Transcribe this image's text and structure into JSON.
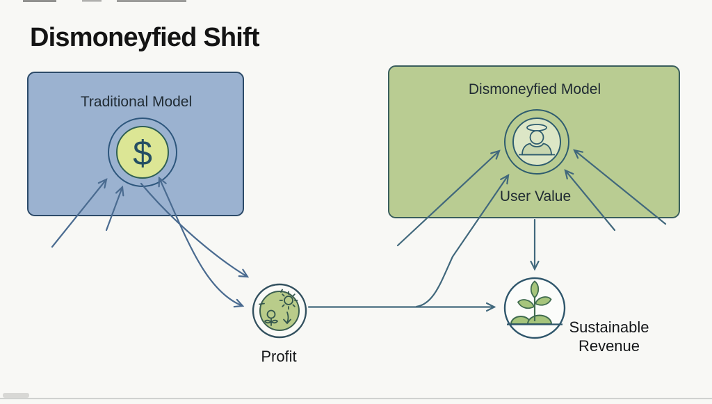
{
  "title": "Dismoneyfied Shift",
  "traditional": {
    "label": "Traditional Model",
    "icon": "dollar-coin-icon",
    "symbol": "$"
  },
  "dismoneyfied": {
    "label": "Dismoneyfied Model",
    "value_label": "User Value",
    "icon": "user-halo-icon"
  },
  "profit": {
    "label": "Profit",
    "icon": "profit-mechanism-icon"
  },
  "sustainable": {
    "label_line1": "Sustainable",
    "label_line2": "Revenue",
    "icon": "seedling-icon"
  },
  "colors": {
    "background": "#f8f8f5",
    "traditional_box_fill": "#9bb2d0",
    "traditional_box_stroke": "#2c4a68",
    "dismoneyfied_box_fill": "#b9cc92",
    "dismoneyfied_box_stroke": "#3a5e5c",
    "coin_fill": "#dce695",
    "user_circle_fill": "#dce6c6",
    "leaf_green": "#a6c57c",
    "arrow_blue": "#4a6b90",
    "arrow_teal": "#41687c",
    "label_dark": "#202b33"
  }
}
